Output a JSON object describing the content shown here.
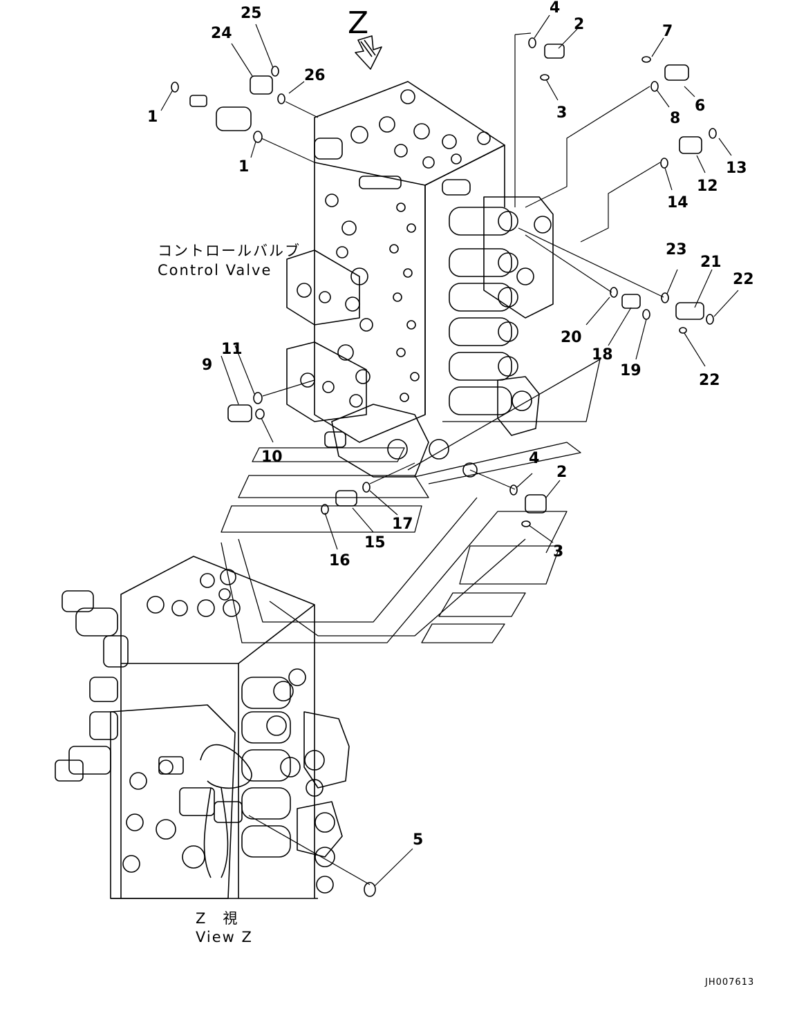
{
  "view_marker": "Z",
  "control_valve_label": {
    "japanese": "コントロールバルブ",
    "english": "Control Valve"
  },
  "view_caption": {
    "japanese": "Z　視",
    "english": "View Z"
  },
  "document_id": "JH007613",
  "callouts": {
    "c1a": "1",
    "c1b": "1",
    "c2a": "2",
    "c2b": "2",
    "c3a": "3",
    "c3b": "3",
    "c4a": "4",
    "c4b": "4",
    "c5": "5",
    "c6": "6",
    "c7": "7",
    "c8": "8",
    "c9": "9",
    "c10": "10",
    "c11": "11",
    "c12": "12",
    "c13": "13",
    "c14": "14",
    "c15": "15",
    "c16": "16",
    "c17": "17",
    "c18": "18",
    "c19": "19",
    "c20": "20",
    "c21": "21",
    "c22a": "22",
    "c22b": "22",
    "c23": "23",
    "c24": "24",
    "c25": "25",
    "c26": "26"
  }
}
